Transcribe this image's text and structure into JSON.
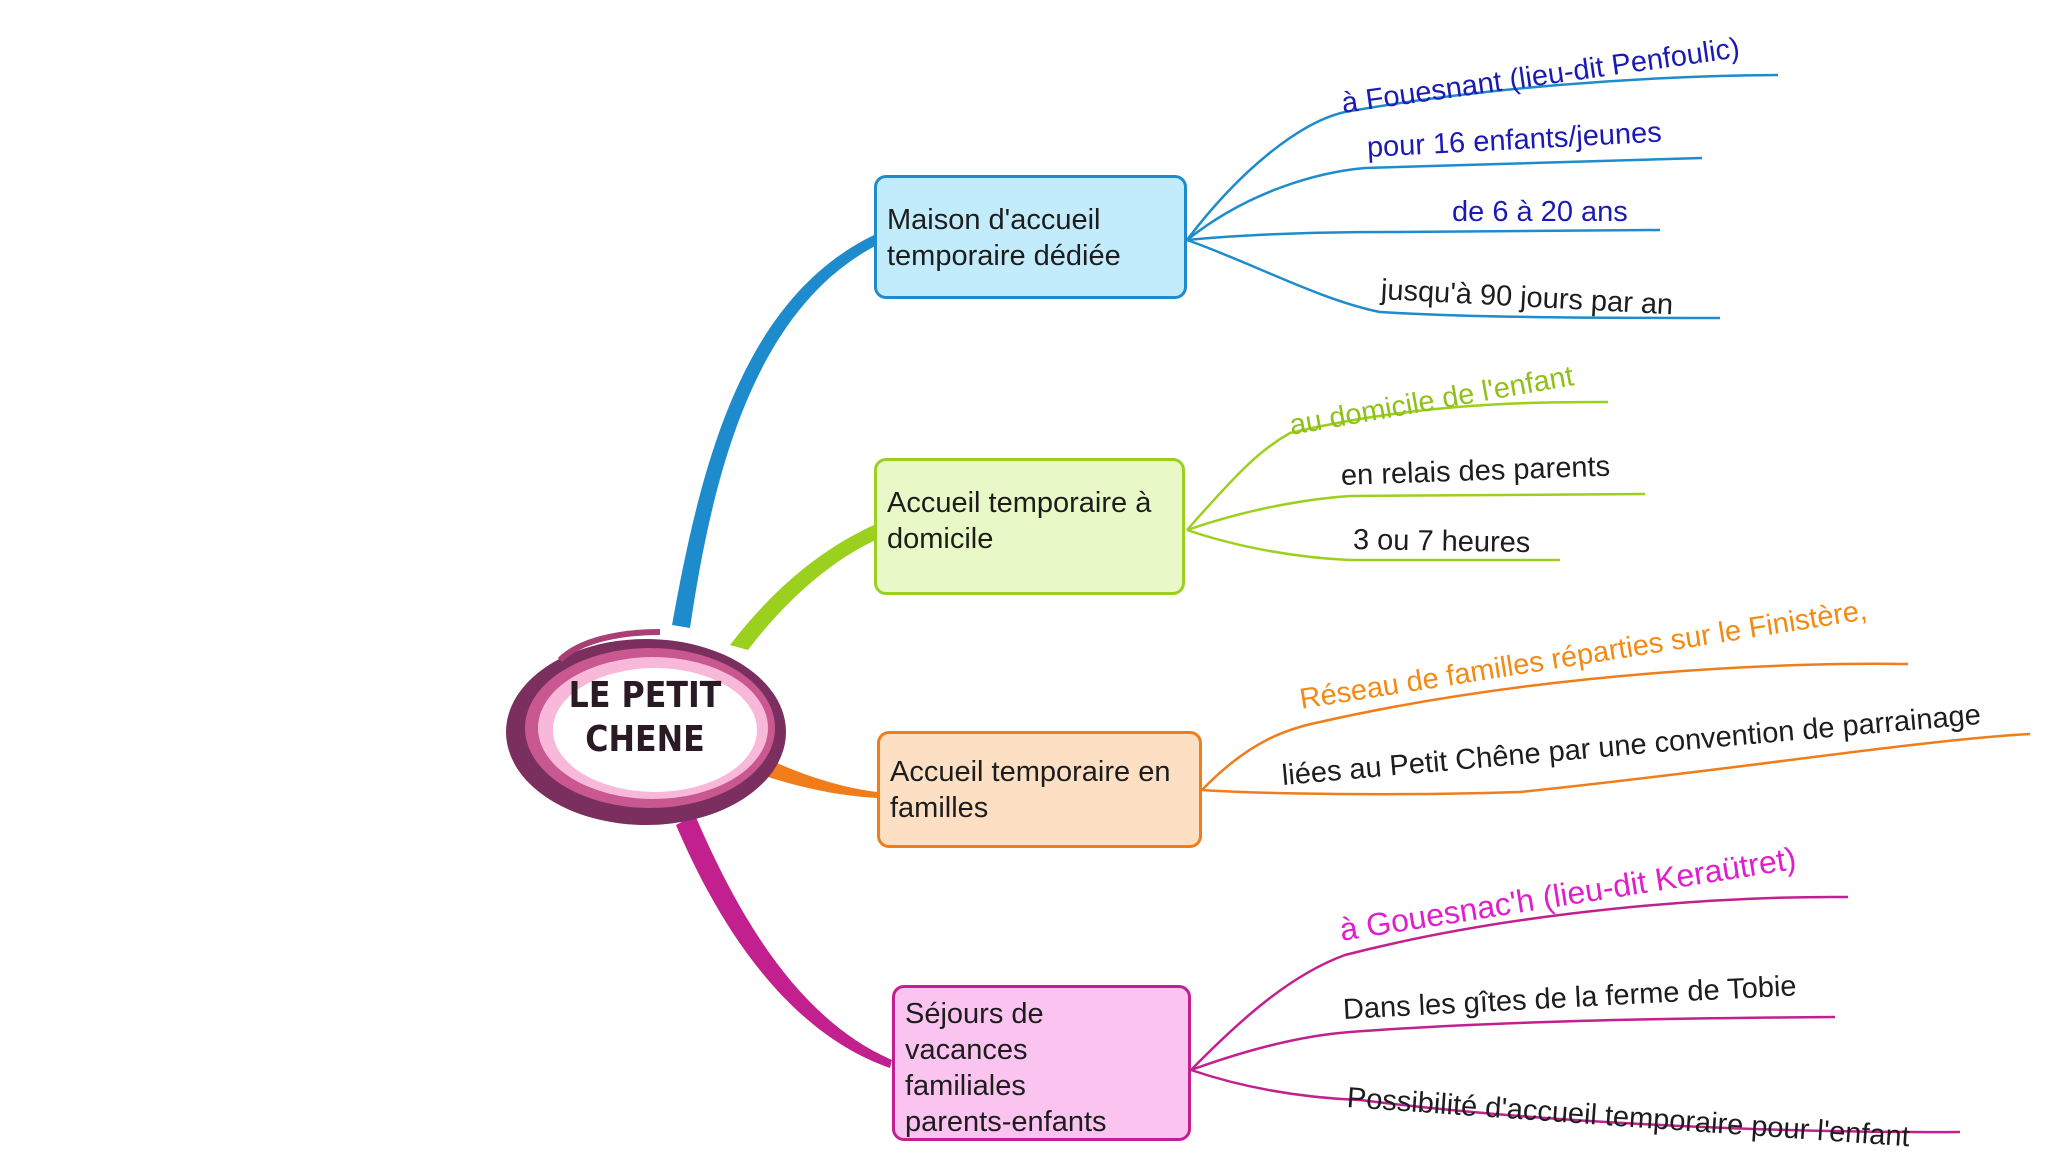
{
  "central": {
    "title": "LE PETIT\nCHENE"
  },
  "branches": [
    {
      "label": "Maison d'accueil\ntemporaire dédiée",
      "color": "#1e8ccc",
      "fill": "#c2ecfb",
      "leaves": [
        "à Fouesnant (lieu-dit Penfoulic)",
        "pour 16 enfants/jeunes",
        "de 6 à 20 ans",
        "jusqu'à 90 jours par an"
      ]
    },
    {
      "label": "Accueil temporaire à\ndomicile",
      "color": "#9bd01e",
      "fill": "#e8f8c6",
      "leaves": [
        "au domicile de l'enfant",
        "en relais des parents",
        "3 ou 7 heures"
      ]
    },
    {
      "label": "Accueil temporaire en\nfamilles",
      "color": "#f07d19",
      "fill": "#fde0c4",
      "leaves": [
        "Réseau de familles réparties sur le Finistère,",
        "liées au Petit Chêne par une convention de parrainage"
      ]
    },
    {
      "label": "Séjours de\nvacances\nfamiliales\nparents-enfants",
      "color": "#c2208f",
      "fill": "#fbc3f0",
      "leaves": [
        "à Gouesnac'h (lieu-dit Keraütret)",
        "Dans les gîtes de la ferme de Tobie",
        "Possibilité d'accueil temporaire pour l'enfant"
      ]
    }
  ]
}
